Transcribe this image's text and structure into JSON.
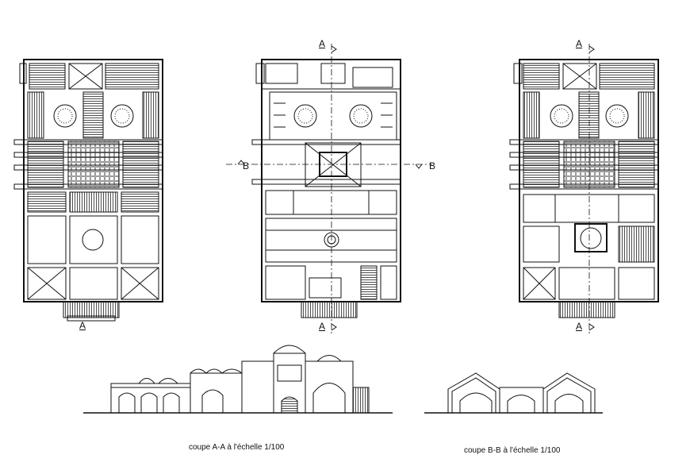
{
  "section_marks": {
    "plan1_bottom": "A",
    "plan2_top": "A",
    "plan2_bottom": "A",
    "plan2_left": "B",
    "plan2_right": "B",
    "plan3_top": "A",
    "plan3_bottom": "A"
  },
  "captions": {
    "section_aa": "coupe A-A à l'échelle 1/100",
    "section_bb": "coupe B-B à l'échelle 1/100"
  }
}
